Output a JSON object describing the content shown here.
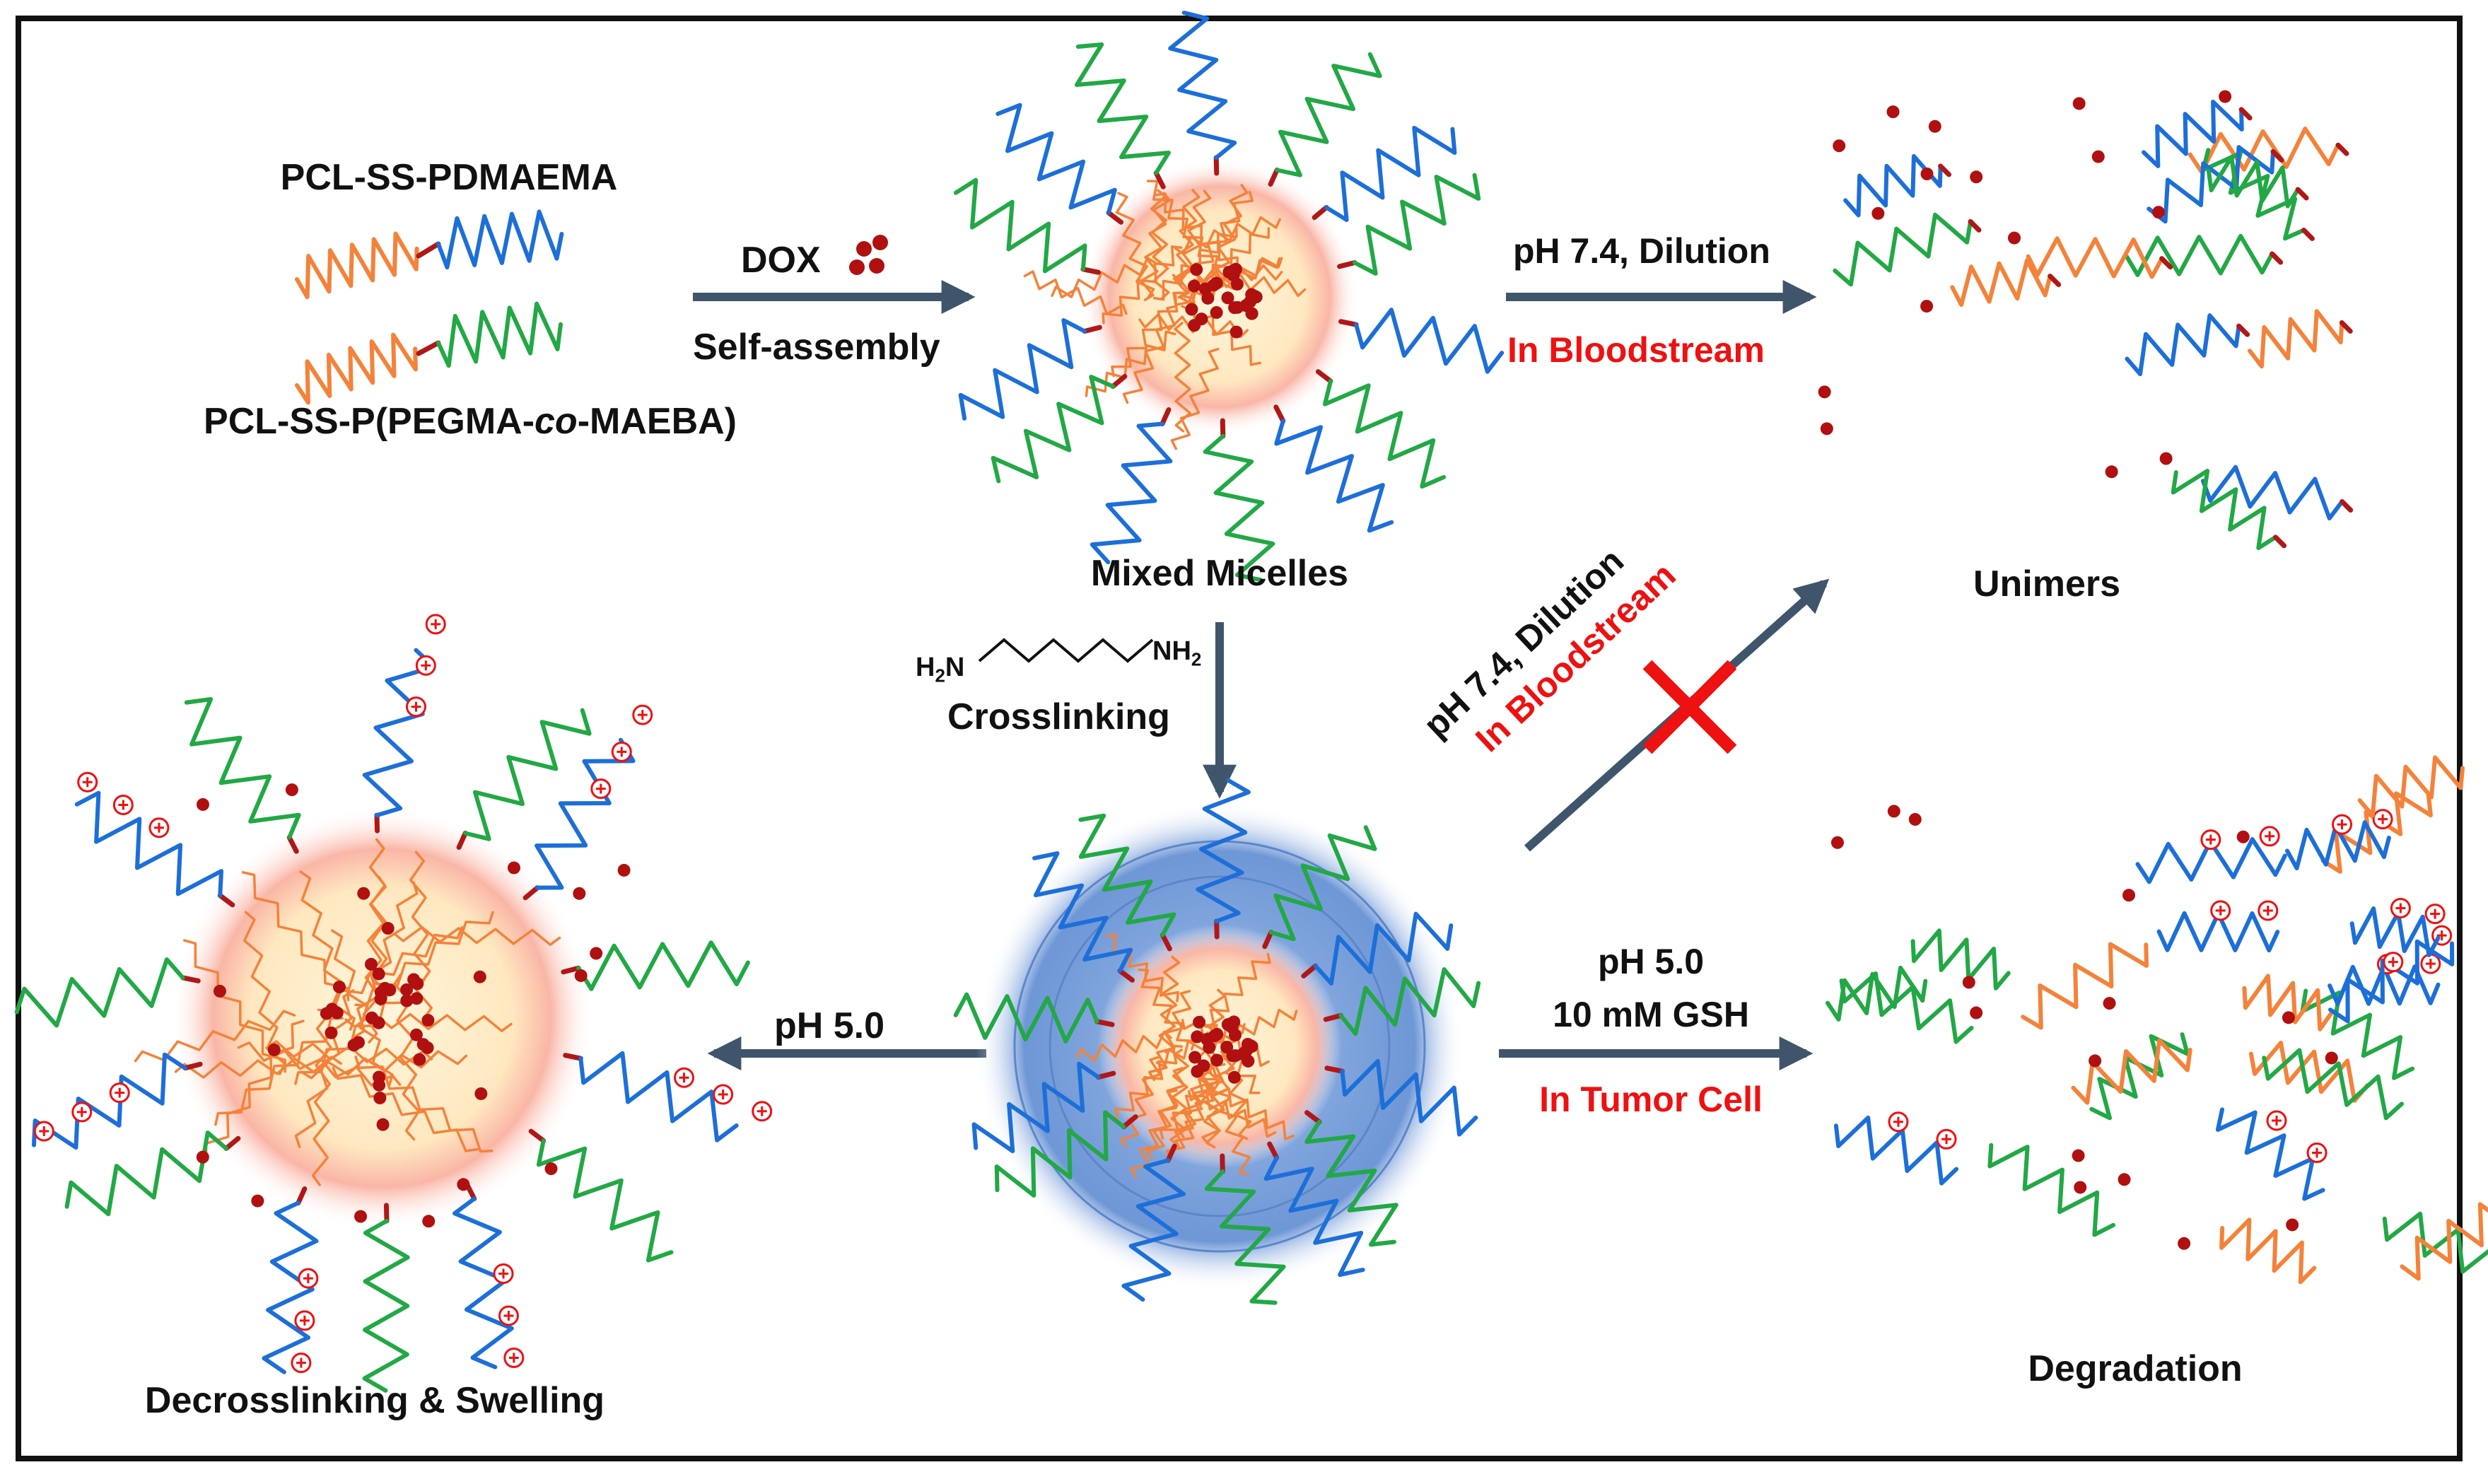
{
  "labels": {
    "pcl_ss_pdmaema": "PCL-SS-PDMAEMA",
    "pcl_ss_ppegma_pre": "PCL-SS-P(PEGMA-",
    "pcl_ss_ppegma_co": "co",
    "pcl_ss_ppegma_post": "-MAEBA)",
    "dox": "DOX",
    "self_assembly": "Self-assembly",
    "mixed_micelles": "Mixed Micelles",
    "unimers": "Unimers",
    "crosslinking": "Crosslinking",
    "h2n": "H",
    "h2n_sub": "2",
    "h2n_n": "N",
    "nh2": "NH",
    "nh2_sub": "2",
    "decrosslinking": "Decrosslinking & Swelling",
    "degradation": "Degradation"
  },
  "arrows": {
    "top": {
      "line1": "pH 7.4, Dilution",
      "line2": "In Bloodstream"
    },
    "diagonal": {
      "line1": "pH 7.4, Dilution",
      "line2": "In Bloodstream"
    },
    "left": {
      "line1": "pH 5.0"
    },
    "bottom_right": {
      "line1": "pH 5.0",
      "line2": "10 mM GSH",
      "line3": "In Tumor Cell"
    }
  },
  "colors": {
    "pcl_orange": "#f4823a",
    "pdmaema_blue": "#1d6fd8",
    "ppegma_green": "#22a845",
    "disulfide_red": "#b01818",
    "dox_red": "#b01010",
    "arrow_gray": "#3f556b",
    "highlight_red": "#ee1111",
    "shell_blue": "#5b87c9"
  }
}
